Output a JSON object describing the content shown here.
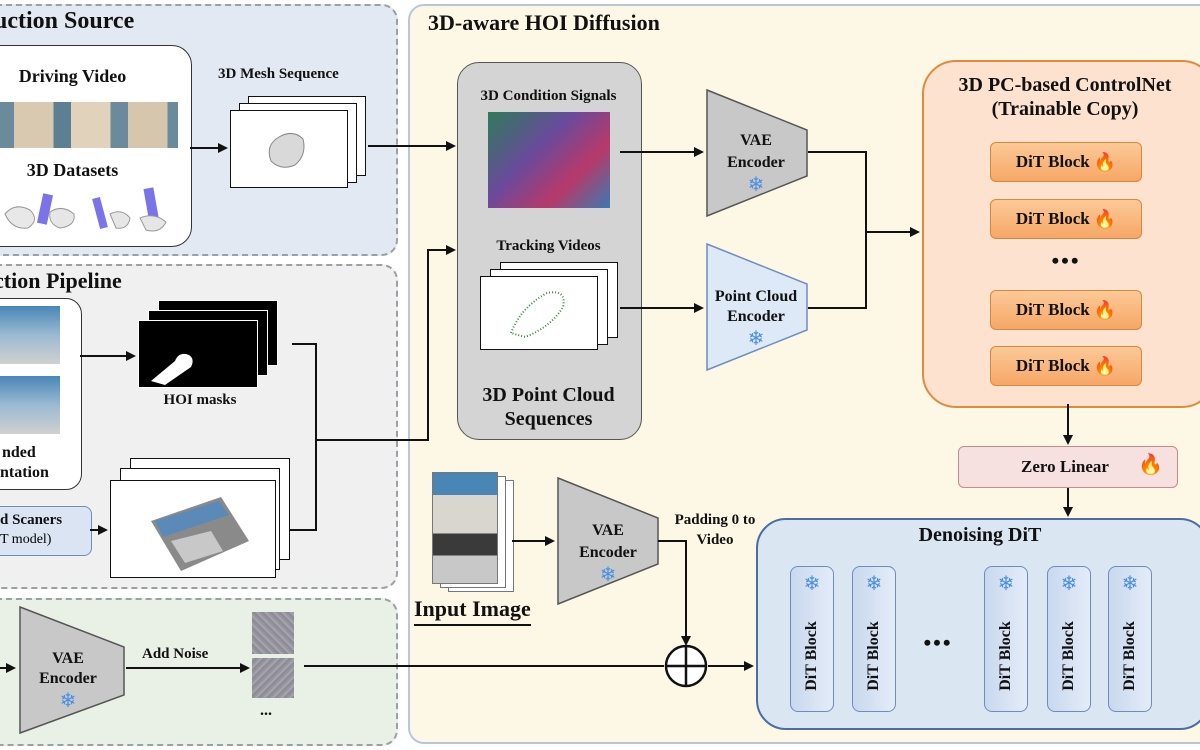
{
  "panels": {
    "source_title": "uction Source",
    "pipeline_title": "ction Pipeline",
    "hoi_title": "3D-aware HOI Diffusion"
  },
  "source": {
    "driving_video": "Driving Video",
    "datasets": "3D Datasets",
    "mesh_sequence": "3D Mesh Sequence"
  },
  "pipeline": {
    "hoi_masks": "HOI masks",
    "seg_line1": "nded",
    "seg_line2": "ntation",
    "scanners_line1": "d Scaners",
    "scanners_line2": "T model)"
  },
  "bottom": {
    "vae_line1": "VAE",
    "vae_line2": "Encoder",
    "add_noise": "Add Noise",
    "dots": "..."
  },
  "hoi": {
    "condition_signals": "3D Condition Signals",
    "tracking_videos": "Tracking Videos",
    "pc_seq_line1": "3D Point Cloud",
    "pc_seq_line2": "Sequences",
    "vae_line1": "VAE",
    "vae_line2": "Encoder",
    "pc_enc_line1": "Point Cloud",
    "pc_enc_line2": "Encoder",
    "controlnet_line1": "3D PC-based ControlNet",
    "controlnet_line2": "(Trainable Copy)",
    "dit_blocks": [
      "DiT Block",
      "DiT Block",
      "DiT Block",
      "DiT Block"
    ],
    "control_dots": "•••",
    "zero_linear": "Zero Linear",
    "input_image": "Input Image",
    "vae2_line1": "VAE",
    "vae2_line2": "Encoder",
    "padding_line1": "Padding 0 to",
    "padding_line2": "Video",
    "denoising_title": "Denoising DiT",
    "denoise_blocks": [
      "DiT Block",
      "DiT Block",
      "DiT Block",
      "DiT Block",
      "DiT Block"
    ],
    "denoise_dots": "•••"
  },
  "icons": {
    "trainable": "fire-icon",
    "frozen": "snowflake-icon"
  },
  "colors": {
    "source_bg": "#e3e9f3",
    "pipeline_bg": "#f0f0f0",
    "bottom_bg": "#e9f1e6",
    "hoi_bg": "#fdf8e6",
    "controlnet_bg": "#fde3cf",
    "dit_orange": "#f6a766",
    "zero_linear_bg": "#f7e0e0",
    "denoise_bg": "#dbe6f3",
    "pc_encoder_bg": "#dde9f7",
    "encoder_gray": "#c8c8c8"
  }
}
